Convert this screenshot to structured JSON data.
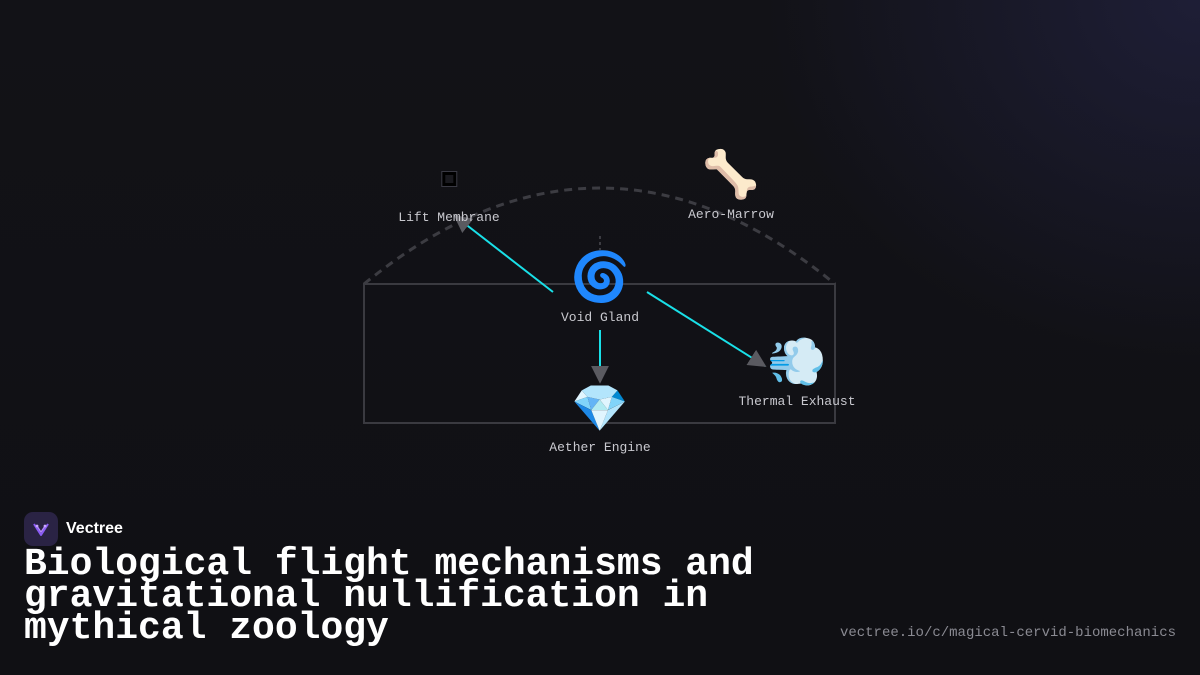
{
  "diagram": {
    "nodes": [
      {
        "id": "lift",
        "label": "Lift Membrane",
        "icon": "square-icon"
      },
      {
        "id": "marrow",
        "label": "Aero-Marrow",
        "icon": "bone-icon",
        "glyph": "🦴"
      },
      {
        "id": "void",
        "label": "Void Gland",
        "icon": "cyclone-icon",
        "glyph": "🌀"
      },
      {
        "id": "exhaust",
        "label": "Thermal Exhaust",
        "icon": "dash-wind-icon",
        "glyph": "💨"
      },
      {
        "id": "engine",
        "label": "Aether Engine",
        "icon": "gem-icon",
        "glyph": "💎"
      }
    ],
    "edges": [
      {
        "from": "void",
        "to": "lift"
      },
      {
        "from": "void",
        "to": "exhaust"
      },
      {
        "from": "void",
        "to": "engine"
      }
    ],
    "colors": {
      "edge": "#19e0e8",
      "frame": "#3a3a40",
      "arc": "#3c3c42",
      "arrowhead": "#5a5a60"
    }
  },
  "brand": {
    "name": "Vectree",
    "logo_color": "#8b5cf6"
  },
  "title": "Biological flight mechanisms and gravitational nullification in mythical zoology",
  "url": "vectree.io/c/magical-cervid-biomechanics"
}
